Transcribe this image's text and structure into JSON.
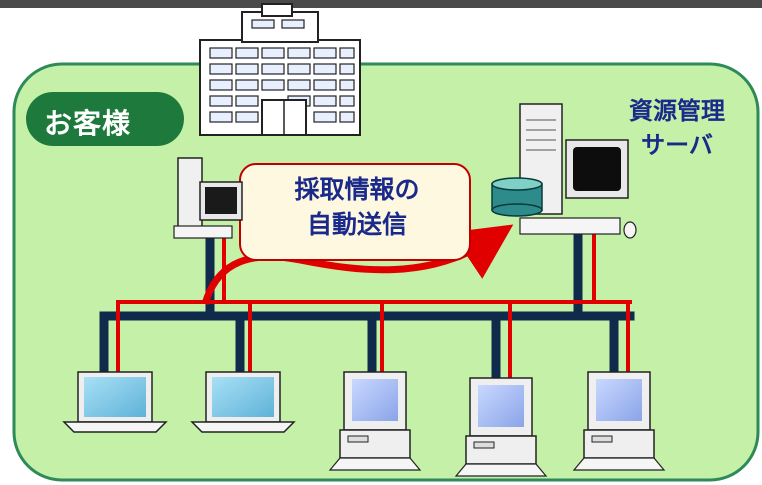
{
  "labels": {
    "customer": "お客様",
    "server_line1": "資源管理",
    "server_line2": "サーバ",
    "auto_line1": "採取情報の",
    "auto_line2": "自動送信"
  },
  "colors": {
    "region_fill": "#c4f0a8",
    "region_border": "#2e8b57",
    "customer_pill": "#1e7a3c",
    "network_navy": "#0f2a4a",
    "network_red": "#e00000",
    "callout_fill": "#fff8e0",
    "callout_border": "#c00000"
  }
}
